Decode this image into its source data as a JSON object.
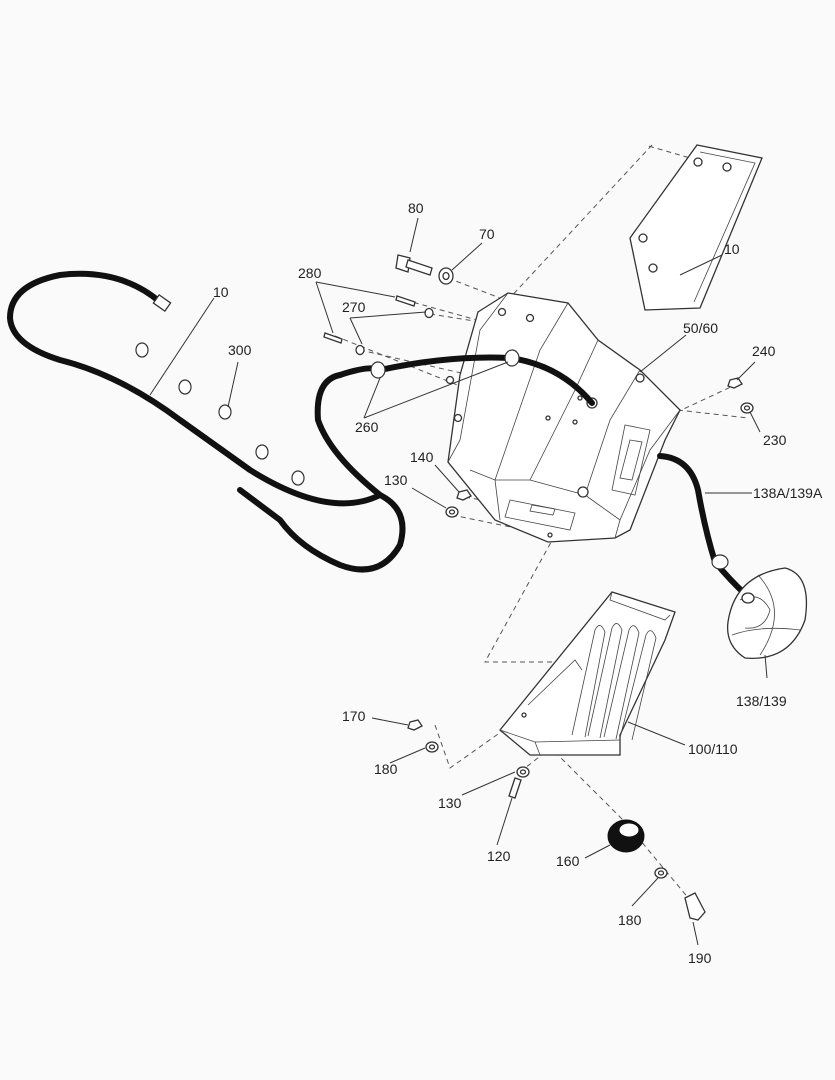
{
  "labels": {
    "l10_bracket": "10",
    "l10_cable": "10",
    "l80": "80",
    "l70": "70",
    "l280": "280",
    "l270": "270",
    "l300": "300",
    "l260": "260",
    "l50_60": "50/60",
    "l240": "240",
    "l230": "230",
    "l140": "140",
    "l130_top": "130",
    "l138a_139a": "138A/139A",
    "l138_139": "138/139",
    "l170": "170",
    "l180_left": "180",
    "l100_110": "100/110",
    "l130_bottom": "130",
    "l120": "120",
    "l160": "160",
    "l180_bottom": "180",
    "l190": "190"
  }
}
